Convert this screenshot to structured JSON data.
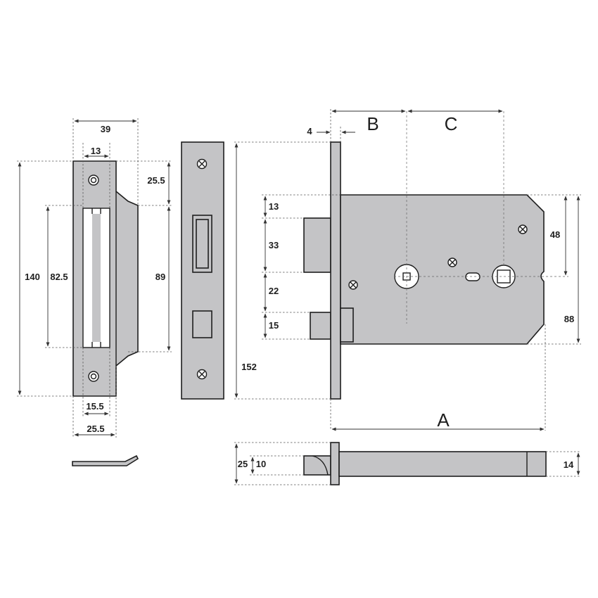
{
  "strike_plate": {
    "dims": {
      "width_39": "39",
      "slot_13": "13",
      "top_25_5": "25.5",
      "height_140": "140",
      "opening_82_5": "82.5",
      "opening_89": "89",
      "bottom_15_5": "15.5",
      "bottom_25_5": "25.5"
    }
  },
  "lock_body": {
    "dims": {
      "faceplate_4": "4",
      "backset_B": "B",
      "centres_C": "C",
      "latch_13": "13",
      "latch_33": "33",
      "gap_22": "22",
      "bolt_15": "15",
      "total_152": "152",
      "right_48": "48",
      "right_88": "88",
      "length_A": "A"
    }
  },
  "side_view": {
    "dims": {
      "depth_25": "25",
      "depth_10": "10",
      "depth_14": "14"
    }
  }
}
